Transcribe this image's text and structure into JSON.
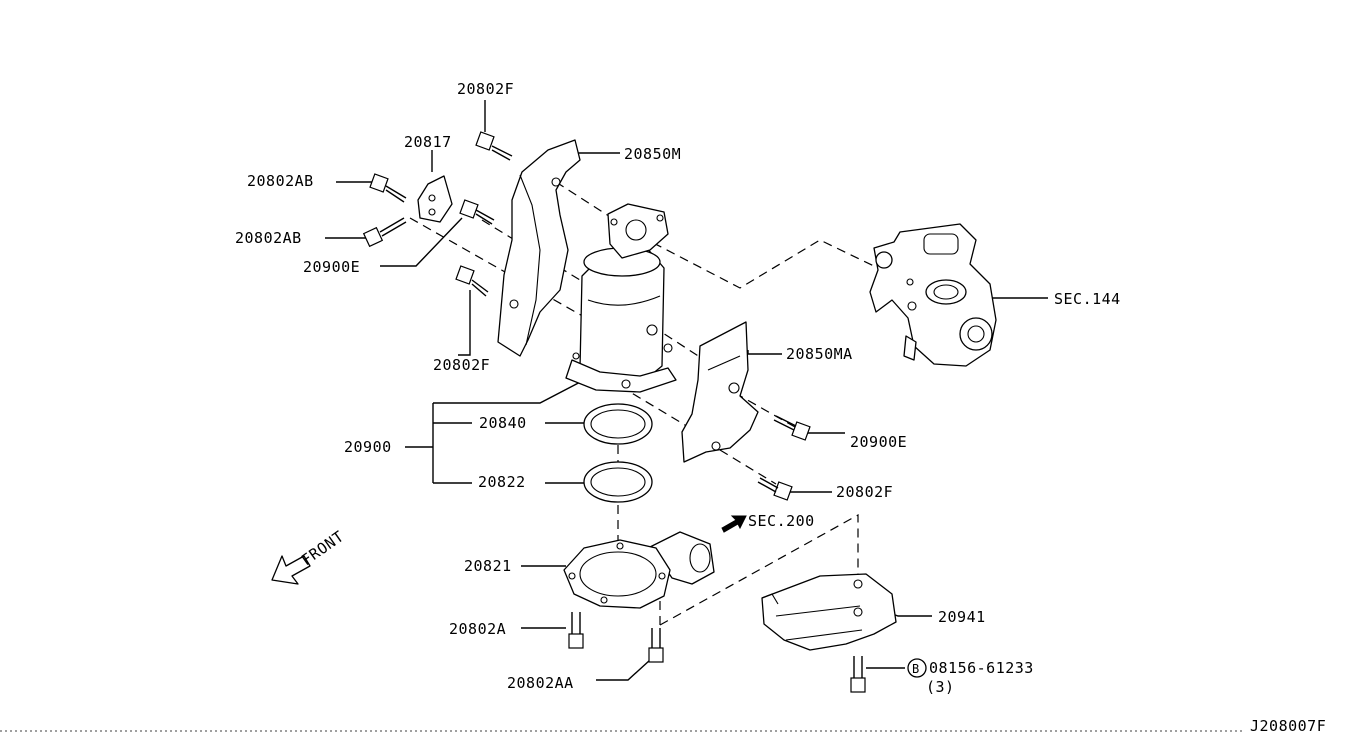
{
  "labels": {
    "p20802F_top": "20802F",
    "p20817": "20817",
    "p20850M": "20850M",
    "p20802AB_a": "20802AB",
    "p20802AB_b": "20802AB",
    "p20900E_left": "20900E",
    "p20802F_left": "20802F",
    "sec144": "SEC.144",
    "p20850MA": "20850MA",
    "p20900": "20900",
    "p20840": "20840",
    "p20822": "20822",
    "p20900E_right": "20900E",
    "p20802F_right": "20802F",
    "sec200": "SEC.200",
    "front": "FRONT",
    "p20821": "20821",
    "p20941": "20941",
    "p20802A": "20802A",
    "p08156": "08156-61233",
    "qty": "(3)",
    "circle_b": "B",
    "p20802AA": "20802AA",
    "drawing_no": "J208007F"
  }
}
